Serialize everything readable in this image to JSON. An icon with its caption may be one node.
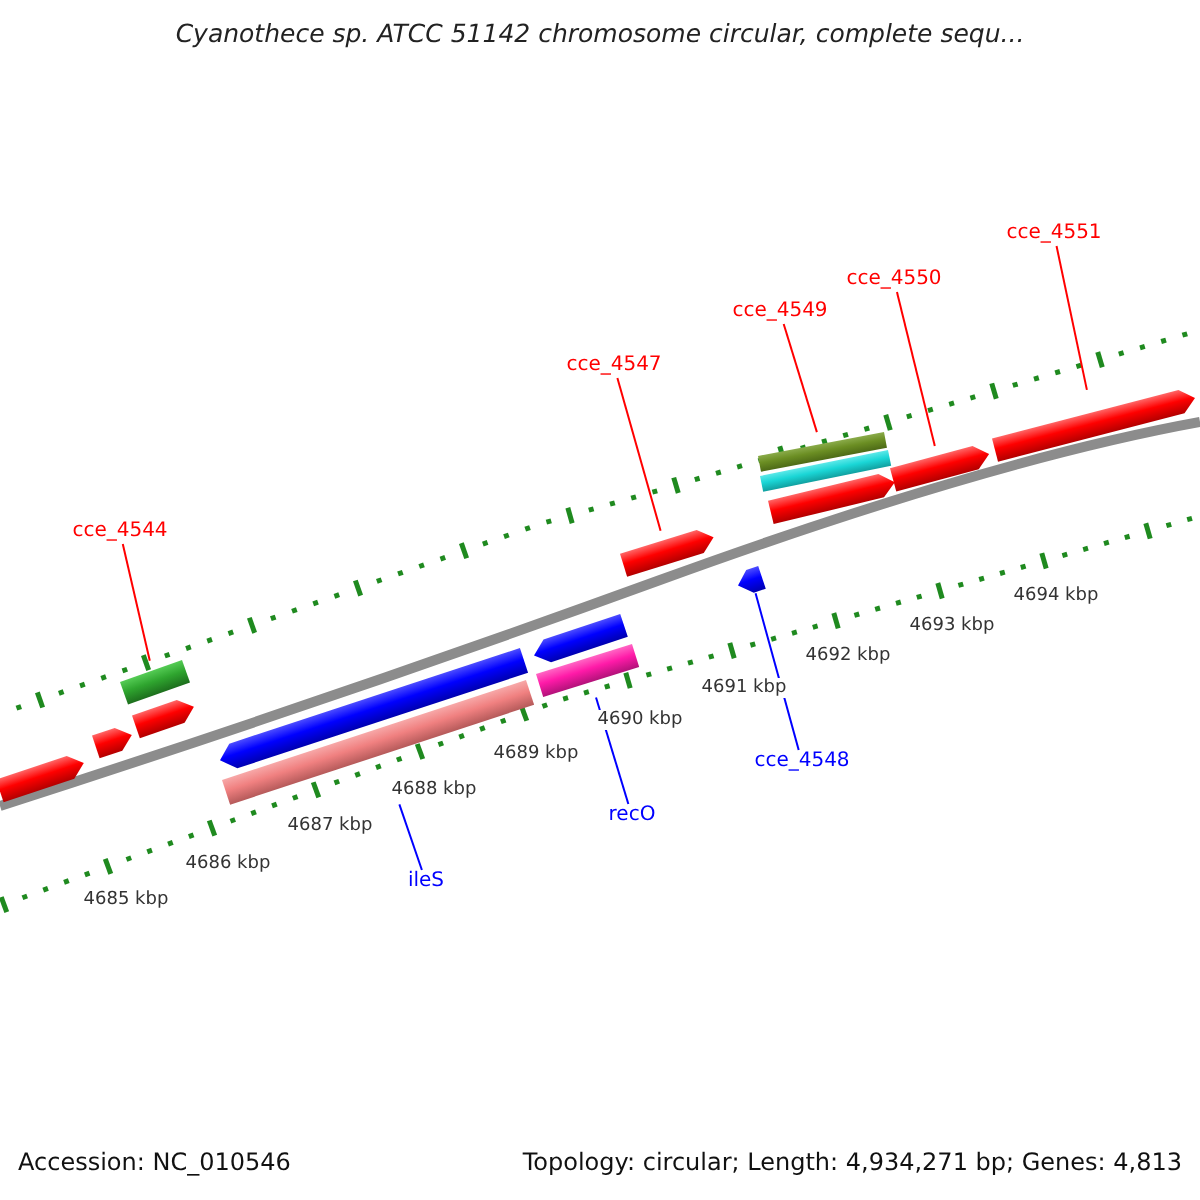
{
  "diagram": {
    "title": "Cyanothece sp. ATCC 51142 chromosome circular, complete sequ...",
    "nodes": [
      {
        "text": [],
        "shape": "pentagon"
      },
      {
        "text": [],
        "shape": "pentagon"
      },
      {
        "text": [],
        "shape": "box"
      },
      {
        "text": [],
        "shape": "pentagon"
      },
      {
        "text": [],
        "shape": "pentagon"
      },
      {
        "text": [],
        "shape": "box"
      },
      {
        "text": [],
        "shape": "pentagon"
      },
      {
        "text": [],
        "shape": "box"
      },
      {
        "text": [],
        "shape": "pentagon"
      },
      {
        "text": [],
        "shape": "pentagon"
      },
      {
        "text": [],
        "shape": "box"
      },
      {
        "text": [],
        "shape": "box"
      },
      {
        "text": [],
        "shape": "pentagon"
      },
      {
        "text": [],
        "shape": "pentagon"
      },
      {
        "text": [],
        "shape": "pentagon"
      },
      {
        "text": [
          "cce_4551"
        ]
      },
      {
        "text": [
          "cce_4550"
        ]
      },
      {
        "text": [
          "cce_4549"
        ]
      },
      {
        "text": [
          "cce_4547"
        ]
      },
      {
        "text": [
          "cce_4544"
        ]
      },
      {
        "text": [
          "cce_4548"
        ]
      },
      {
        "text": [
          "recO"
        ]
      },
      {
        "text": [
          "ileS"
        ]
      }
    ],
    "edges": [
      {
        "from": 15,
        "to": 14,
        "arrow": "none"
      },
      {
        "from": 16,
        "to": 13,
        "arrow": "none"
      },
      {
        "from": 17,
        "to": 10,
        "arrow": "none"
      },
      {
        "from": 18,
        "to": 8,
        "arrow": "none"
      },
      {
        "from": 19,
        "to": 2,
        "arrow": "none"
      },
      {
        "from": 20,
        "to": 9,
        "arrow": "none",
        "color": "#0000ff"
      },
      {
        "from": 21,
        "to": 7,
        "arrow": "none",
        "color": "#0000ff"
      },
      {
        "from": 22,
        "to": 5,
        "arrow": "none",
        "color": "#0000ff"
      }
    ],
    "labels": [
      "4685 kbp",
      "4686 kbp",
      "4687 kbp",
      "4688 kbp",
      "4689 kbp",
      "4690 kbp",
      "4691 kbp",
      "4692 kbp",
      "4693 kbp",
      "4694 kbp",
      "Accession: NC_010546",
      "Topology: circular; Length: 4,934,271 bp; Genes: 4,813"
    ]
  }
}
